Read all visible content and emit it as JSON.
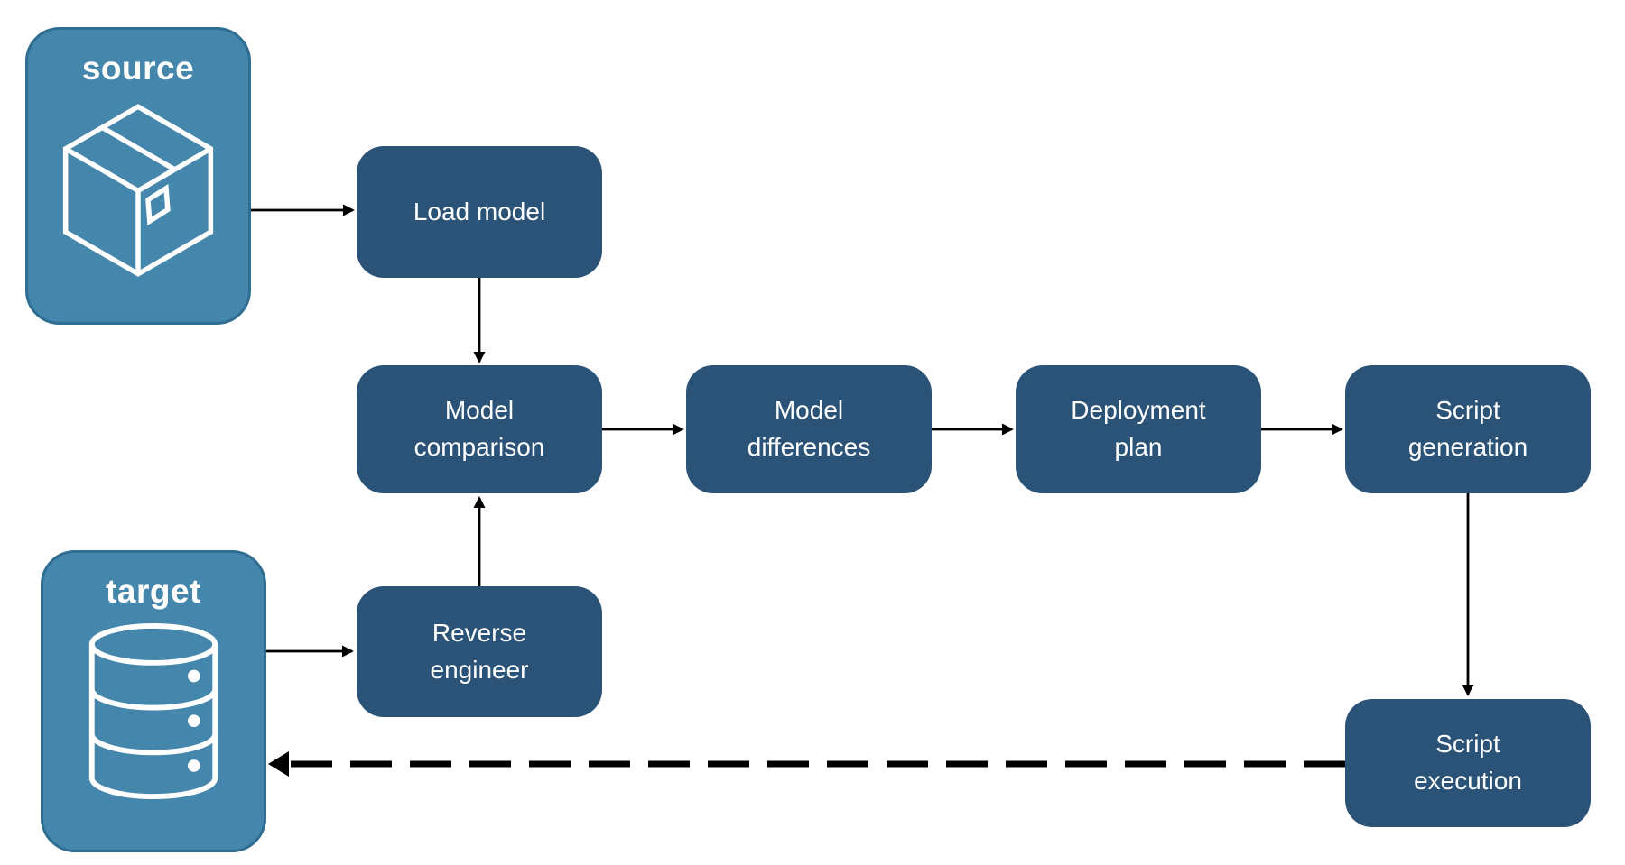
{
  "diagram": {
    "colors": {
      "node_fill": "#2A5377",
      "node_text": "#FFFFFF",
      "entity_fill": "#4587AC",
      "entity_border": "#2F6E92",
      "entity_text": "#FFFFFF",
      "arrow": "#000000",
      "background": "#FFFFFF"
    },
    "entities": [
      {
        "id": "source",
        "label": "source",
        "icon": "package-icon"
      },
      {
        "id": "target",
        "label": "target",
        "icon": "database-icon"
      }
    ],
    "nodes": [
      {
        "id": "load-model",
        "label": "Load model"
      },
      {
        "id": "model-comparison",
        "label": "Model\ncomparison"
      },
      {
        "id": "model-differences",
        "label": "Model\ndifferences"
      },
      {
        "id": "deployment-plan",
        "label": "Deployment\nplan"
      },
      {
        "id": "script-generation",
        "label": "Script\ngeneration"
      },
      {
        "id": "reverse-engineer",
        "label": "Reverse\nengineer"
      },
      {
        "id": "script-execution",
        "label": "Script\nexecution"
      }
    ],
    "edges": [
      {
        "from": "source",
        "to": "load-model",
        "style": "solid"
      },
      {
        "from": "load-model",
        "to": "model-comparison",
        "style": "solid"
      },
      {
        "from": "model-comparison",
        "to": "model-differences",
        "style": "solid"
      },
      {
        "from": "model-differences",
        "to": "deployment-plan",
        "style": "solid"
      },
      {
        "from": "deployment-plan",
        "to": "script-generation",
        "style": "solid"
      },
      {
        "from": "script-generation",
        "to": "script-execution",
        "style": "solid"
      },
      {
        "from": "target",
        "to": "reverse-engineer",
        "style": "solid"
      },
      {
        "from": "reverse-engineer",
        "to": "model-comparison",
        "style": "solid"
      },
      {
        "from": "script-execution",
        "to": "target",
        "style": "dashed"
      }
    ]
  }
}
